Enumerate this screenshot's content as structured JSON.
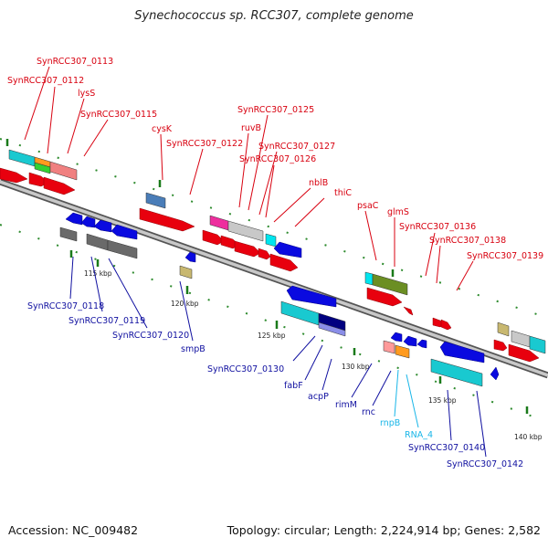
{
  "title": "Synechococcus sp. RCC307, complete genome",
  "footer": {
    "accession": "Accession: NC_009482",
    "topology": "Topology: circular; Length: 2,224,914 bp; Genes: 2,582"
  },
  "colors": {
    "forward_label": "#d8000f",
    "reverse_label": "#1010a0",
    "rna_label": "#19b6e8",
    "backbone": "#a0a0a0",
    "dots": "#2e8b2e"
  },
  "ticks": [
    "115 kbp",
    "120 kbp",
    "125 kbp",
    "130 kbp",
    "135 kbp",
    "140 kbp"
  ],
  "top_labels": [
    "SynRCC307_0113",
    "SynRCC307_0112",
    "lysS",
    "SynRCC307_0115",
    "cysK",
    "SynRCC307_0122",
    "ruvB",
    "SynRCC307_0125",
    "SynRCC307_0127",
    "SynRCC307_0126",
    "nblB",
    "thiC",
    "psaC",
    "glmS",
    "SynRCC307_0136",
    "SynRCC307_0138",
    "SynRCC307_0139"
  ],
  "bottom_labels": [
    "SynRCC307_0118",
    "SynRCC307_0119",
    "SynRCC307_0120",
    "smpB",
    "SynRCC307_0130",
    "fabF",
    "acpP",
    "rimM",
    "rnc",
    "rnpB",
    "RNA_4",
    "SynRCC307_0140",
    "SynRCC307_0142"
  ]
}
